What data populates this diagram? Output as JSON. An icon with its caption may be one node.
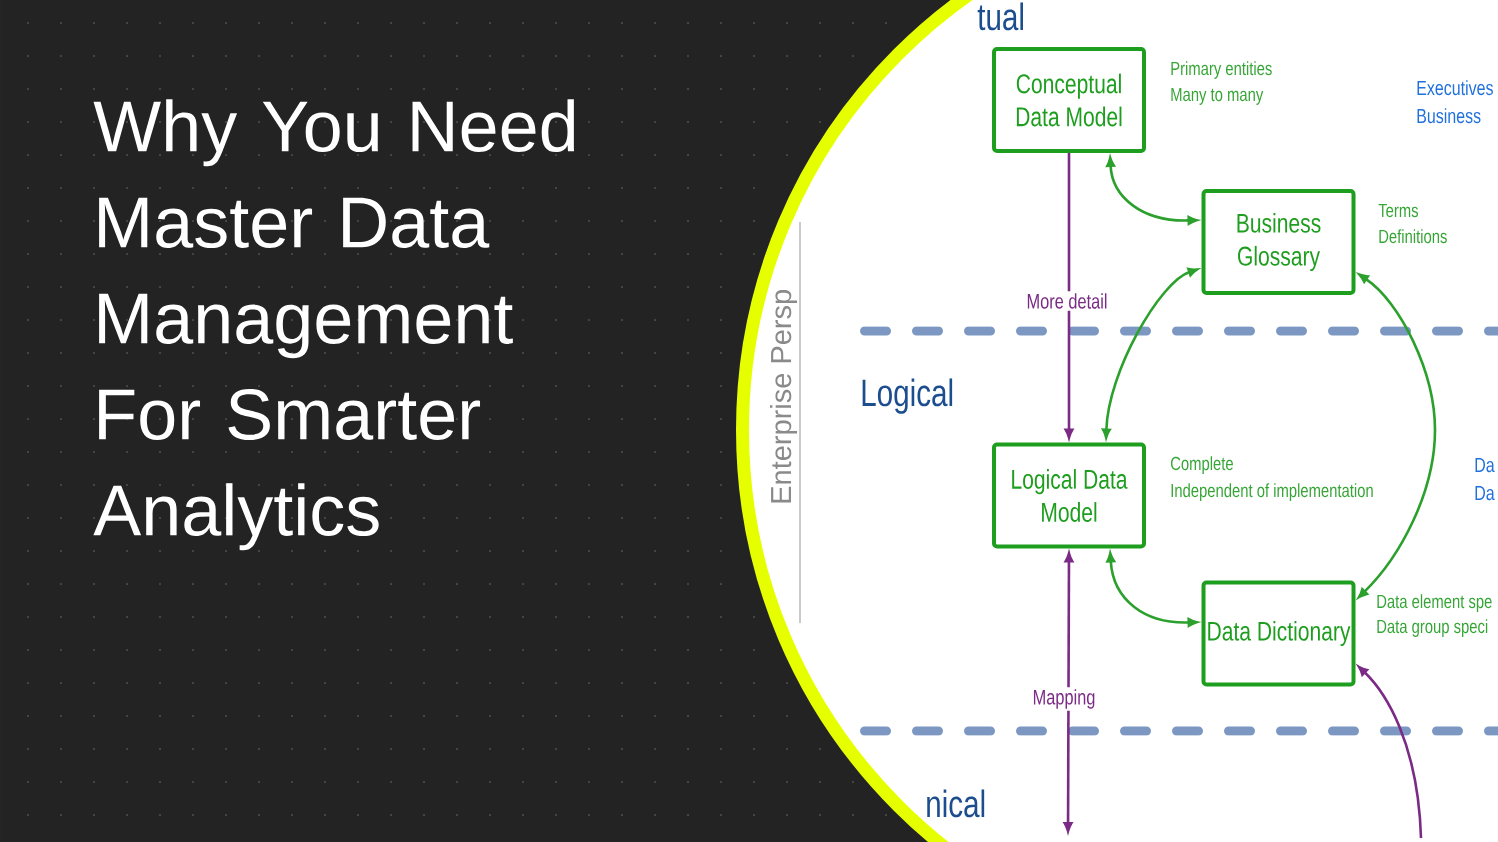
{
  "diagram": {
    "title": "Why You Need Master Data Management For Smarter Analytics",
    "nodes": [
      {
        "text": [
          "Conceptual Data Model"
        ],
        "beside": [
          "Primary entities",
          "Many to many"
        ]
      },
      {
        "text": [
          "Business Glossary"
        ],
        "beside": [
          "Terms",
          "Definitions"
        ]
      },
      {
        "text": [
          "Logical Data Model"
        ],
        "beside": [
          "Complete",
          "Independent of implementation"
        ]
      },
      {
        "text": [
          "Data Dictionary"
        ],
        "beside": [
          "Data element spe",
          "Data group speci"
        ]
      }
    ],
    "edges": [
      {
        "from": 0,
        "to": 2,
        "arrow": "to",
        "label": "More detail",
        "color": "#7b2a86"
      },
      {
        "from": 0,
        "to": 1,
        "arrow": "both"
      },
      {
        "from": 1,
        "to": 2,
        "arrow": "both"
      },
      {
        "from": 2,
        "to": 3,
        "arrow": "both"
      },
      {
        "from": 1,
        "to": 3,
        "arrow": "both"
      },
      {
        "from": null,
        "to": 2,
        "arrow": "both",
        "label": "Mapping",
        "color": "#7b2a86"
      },
      {
        "from": null,
        "to": 3,
        "arrow": "to",
        "color": "#7b2a86"
      }
    ],
    "labels": [
      "tual",
      "Executives",
      "Business",
      "Enterprise Persp",
      "Logical",
      "Da",
      "Da",
      "nical"
    ]
  }
}
